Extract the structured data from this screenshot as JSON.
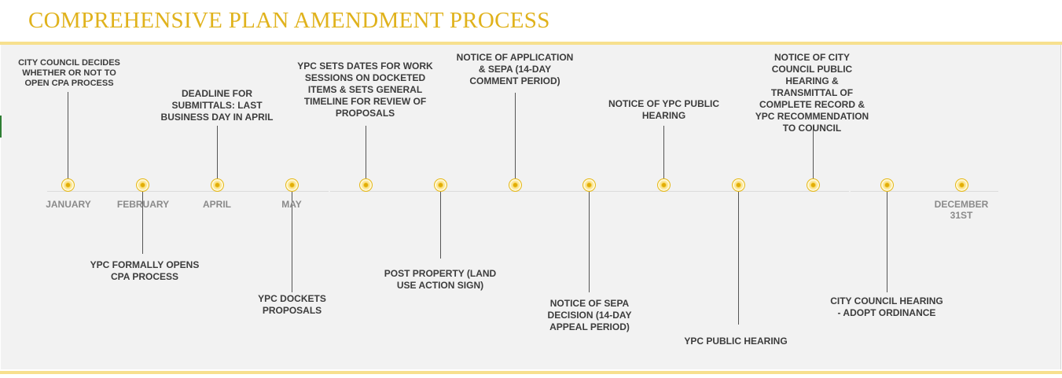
{
  "title": "COMPREHENSIVE PLAN AMENDMENT PROCESS",
  "timeline": {
    "months": [
      "JANUARY",
      "FEBRUARY",
      "APRIL",
      "MAY",
      "DECEMBER 31ST"
    ],
    "events": [
      {
        "text": "CITY COUNCIL DECIDES WHETHER OR NOT TO OPEN CPA PROCESS"
      },
      {
        "text": "DEADLINE FOR SUBMITTALS: LAST BUSINESS DAY IN APRIL"
      },
      {
        "text": "YPC SETS DATES FOR WORK SESSIONS ON DOCKETED ITEMS & SETS GENERAL TIMELINE FOR REVIEW OF PROPOSALS"
      },
      {
        "text": "NOTICE OF APPLICATION & SEPA (14-DAY COMMENT PERIOD)"
      },
      {
        "text": "NOTICE OF YPC PUBLIC HEARING"
      },
      {
        "text": "NOTICE OF CITY COUNCIL PUBLIC HEARING & TRANSMITTAL OF COMPLETE RECORD & YPC RECOMMENDATION TO COUNCIL"
      },
      {
        "text": "YPC FORMALLY OPENS CPA PROCESS"
      },
      {
        "text": "YPC DOCKETS PROPOSALS"
      },
      {
        "text": "POST PROPERTY (LAND USE ACTION SIGN)"
      },
      {
        "text": "NOTICE OF SEPA DECISION (14-DAY APPEAL PERIOD)"
      },
      {
        "text": "YPC PUBLIC HEARING"
      },
      {
        "text": "CITY COUNCIL HEARING - ADOPT ORDINANCE"
      }
    ]
  },
  "colors": {
    "accent": "#e0b21c",
    "band": "#f7e08e",
    "dot": "#f5d04d",
    "panel": "#f2f2f2"
  }
}
